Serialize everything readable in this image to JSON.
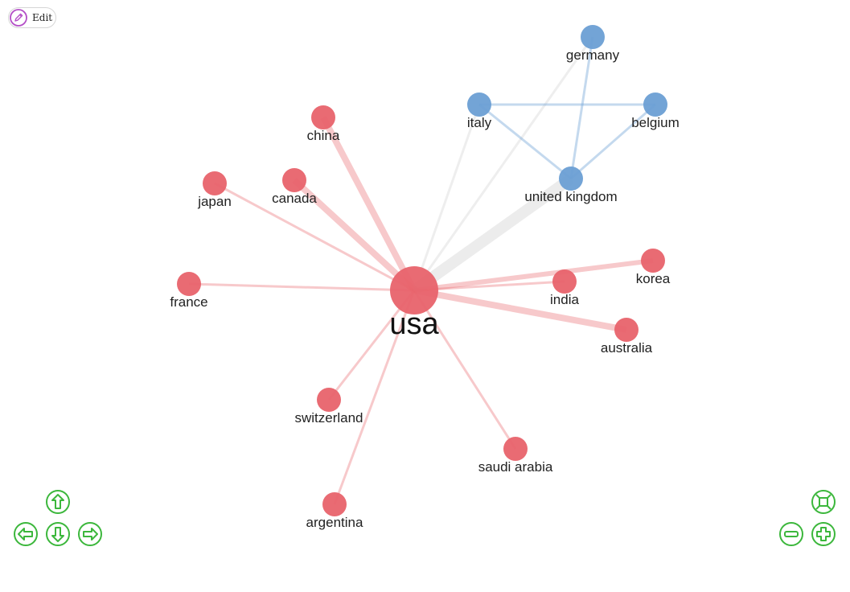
{
  "toolbar": {
    "edit_label": "Edit"
  },
  "colors": {
    "group_a": "#e8636b",
    "group_b": "#6b9fd4",
    "nav": "#3cb73c",
    "edit_accent": "#b44fc7"
  },
  "icons": {
    "edit": "pencil-icon",
    "nav": [
      "arrow-up-icon",
      "arrow-left-icon",
      "arrow-down-icon",
      "arrow-right-icon",
      "zoom-out-icon",
      "zoom-in-icon",
      "zoom-extends-icon"
    ]
  },
  "graph": {
    "nodes": [
      {
        "id": "usa",
        "label": "usa",
        "group": "a",
        "size": "large"
      },
      {
        "id": "china",
        "label": "china",
        "group": "a"
      },
      {
        "id": "japan",
        "label": "japan",
        "group": "a"
      },
      {
        "id": "canada",
        "label": "canada",
        "group": "a"
      },
      {
        "id": "france",
        "label": "france",
        "group": "a"
      },
      {
        "id": "india",
        "label": "india",
        "group": "a"
      },
      {
        "id": "korea",
        "label": "korea",
        "group": "a"
      },
      {
        "id": "australia",
        "label": "australia",
        "group": "a"
      },
      {
        "id": "switzerland",
        "label": "switzerland",
        "group": "a"
      },
      {
        "id": "saudi_arabia",
        "label": "saudi arabia",
        "group": "a"
      },
      {
        "id": "argentina",
        "label": "argentina",
        "group": "a"
      },
      {
        "id": "germany",
        "label": "germany",
        "group": "b"
      },
      {
        "id": "italy",
        "label": "italy",
        "group": "b"
      },
      {
        "id": "belgium",
        "label": "belgium",
        "group": "b"
      },
      {
        "id": "united_kingdom",
        "label": "united kingdom",
        "group": "b"
      }
    ],
    "edges": [
      {
        "from": "usa",
        "to": "china",
        "weight": 4
      },
      {
        "from": "usa",
        "to": "canada",
        "weight": 4
      },
      {
        "from": "usa",
        "to": "japan",
        "weight": 1.5
      },
      {
        "from": "usa",
        "to": "france",
        "weight": 1.5
      },
      {
        "from": "usa",
        "to": "india",
        "weight": 1.5
      },
      {
        "from": "usa",
        "to": "korea",
        "weight": 3
      },
      {
        "from": "usa",
        "to": "australia",
        "weight": 4
      },
      {
        "from": "usa",
        "to": "switzerland",
        "weight": 1.5
      },
      {
        "from": "usa",
        "to": "argentina",
        "weight": 1.5
      },
      {
        "from": "usa",
        "to": "saudi_arabia",
        "weight": 1.5
      },
      {
        "from": "usa",
        "to": "germany",
        "weight": 1.5
      },
      {
        "from": "usa",
        "to": "italy",
        "weight": 1.5
      },
      {
        "from": "usa",
        "to": "united_kingdom",
        "weight": 7
      },
      {
        "from": "italy",
        "to": "belgium",
        "weight": 1.5
      },
      {
        "from": "italy",
        "to": "united_kingdom",
        "weight": 1.5
      },
      {
        "from": "belgium",
        "to": "united_kingdom",
        "weight": 1.5
      },
      {
        "from": "germany",
        "to": "united_kingdom",
        "weight": 1.5
      }
    ]
  }
}
